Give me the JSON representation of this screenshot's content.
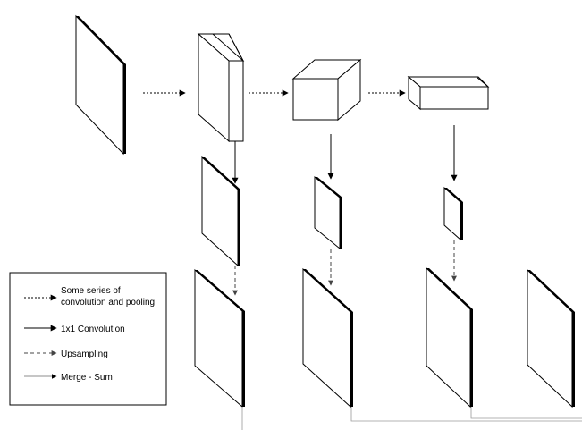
{
  "legend": {
    "items": [
      {
        "key": "conv_pool",
        "line1": "Some series of",
        "line2": "convolution and pooling",
        "line_style": "dotted"
      },
      {
        "key": "conv1x1",
        "line1": "1x1 Convolution",
        "line2": "",
        "line_style": "solid"
      },
      {
        "key": "upsampling",
        "line1": "Upsampling",
        "line2": "",
        "line_style": "dashed"
      },
      {
        "key": "merge",
        "line1": "Merge - Sum",
        "line2": "",
        "line_style": "thin"
      }
    ]
  },
  "colors": {
    "stroke": "#000000",
    "fill": "#ffffff",
    "merge_line": "#9a9a9a",
    "upsample_line": "#6a6a6a"
  }
}
